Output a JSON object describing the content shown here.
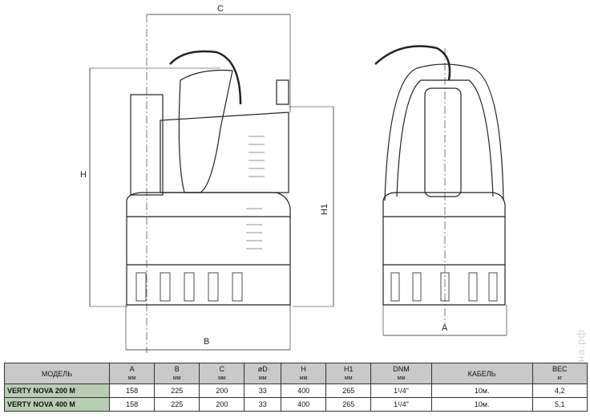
{
  "dimension_labels": {
    "A": "A",
    "B": "B",
    "C": "C",
    "H": "H",
    "H1": "H1"
  },
  "watermark": "ефона.рф",
  "table": {
    "headers": [
      {
        "name": "МОДЕЛЬ",
        "unit": ""
      },
      {
        "name": "A",
        "unit": "мм"
      },
      {
        "name": "B",
        "unit": "мм"
      },
      {
        "name": "C",
        "unit": "мм"
      },
      {
        "name": "øD",
        "unit": "мм"
      },
      {
        "name": "H",
        "unit": "мм"
      },
      {
        "name": "H1",
        "unit": "мм"
      },
      {
        "name": "DNM",
        "unit": "мм"
      },
      {
        "name": "КАБЕЛЬ",
        "unit": ""
      },
      {
        "name": "ВЕС",
        "unit": "кг"
      }
    ],
    "rows": [
      [
        "VERTY NOVA 200 M",
        "158",
        "225",
        "200",
        "33",
        "400",
        "265",
        "1¹/4\"",
        "10м.",
        "4,2"
      ],
      [
        "VERTY NOVA 400 M",
        "158",
        "225",
        "200",
        "33",
        "400",
        "265",
        "1¹/4\"",
        "10м.",
        "5,1"
      ]
    ]
  }
}
